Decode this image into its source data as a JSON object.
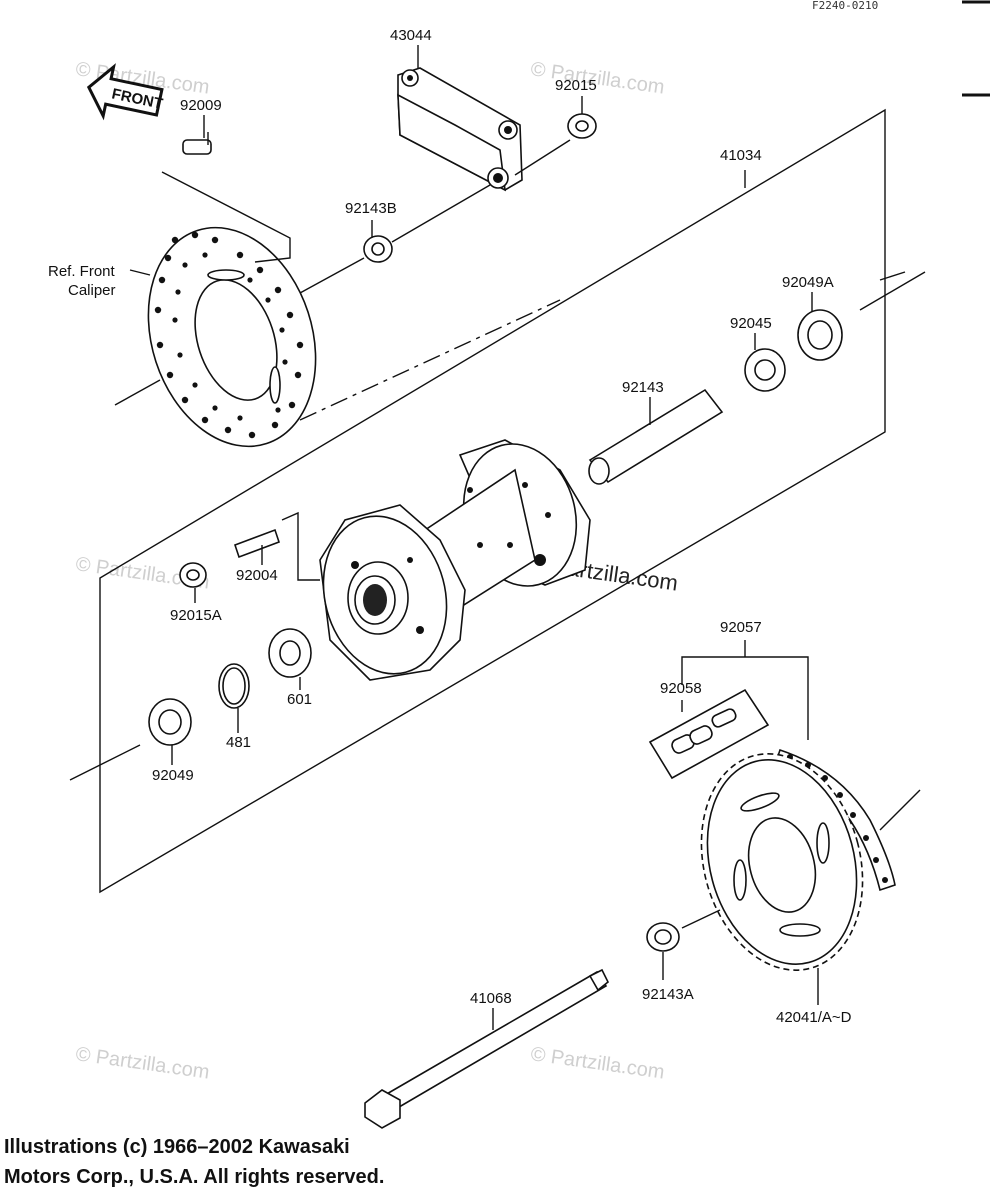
{
  "figure_code": "F2240-0210",
  "front_arrow_text": "FRONT",
  "ref_label_line1": "Ref. Front",
  "ref_label_line2": "Caliper",
  "parts": {
    "p43044": "43044",
    "p92009": "92009",
    "p92015": "92015",
    "p92143B": "92143B",
    "p41034": "41034",
    "p92049A": "92049A",
    "p92045": "92045",
    "p92143": "92143",
    "p92004": "92004",
    "p92015A": "92015A",
    "p601": "601",
    "p481": "481",
    "p92049": "92049",
    "p92057": "92057",
    "p92058": "92058",
    "p92143A": "92143A",
    "p42041": "42041/A~D",
    "p41068": "41068"
  },
  "watermark": "© Partzilla.com",
  "copyright_line1": "Illustrations (c) 1966–2002 Kawasaki",
  "copyright_line2": "Motors Corp., U.S.A.  All rights reserved."
}
